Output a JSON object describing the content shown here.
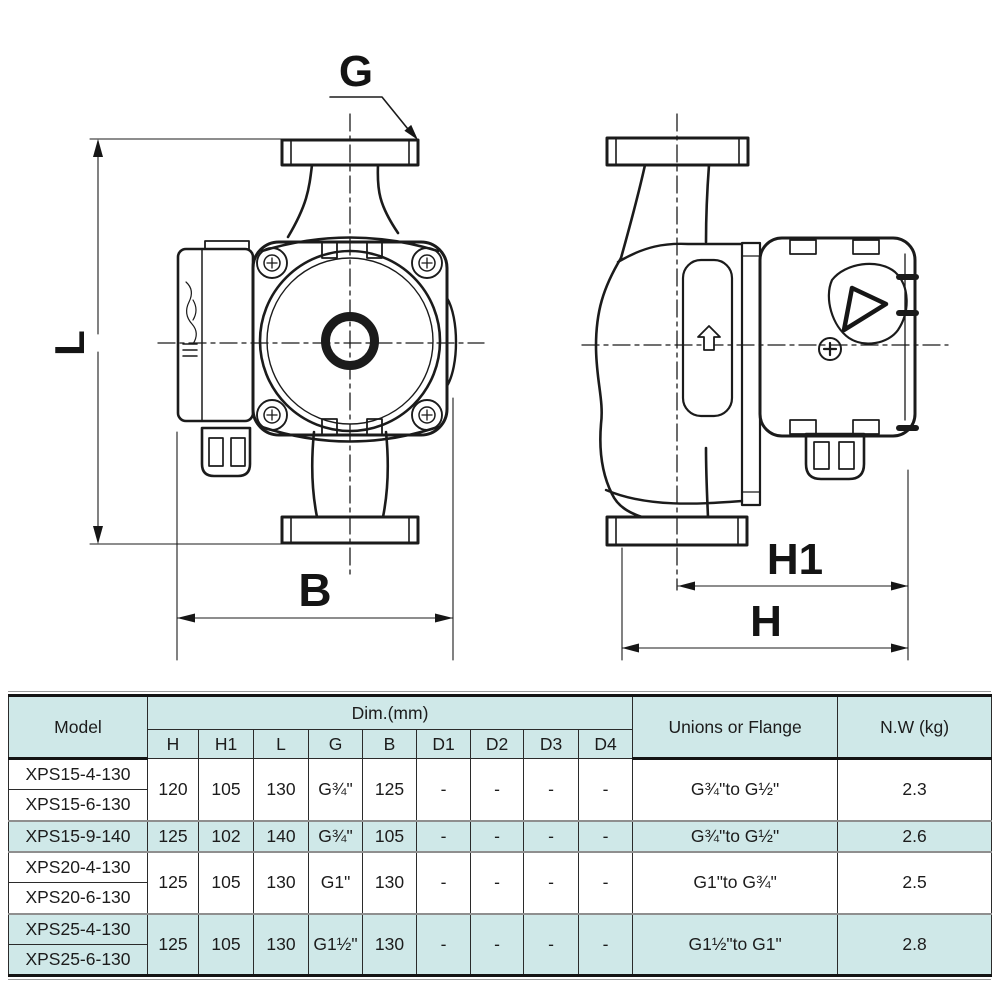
{
  "drawing": {
    "dimension_labels": {
      "g": "G",
      "l": "L",
      "b": "B",
      "h1": "H1",
      "h": "H"
    }
  },
  "table": {
    "header": {
      "model": "Model",
      "dim_group": "Dim.(mm)",
      "dims": [
        "H",
        "H1",
        "L",
        "G",
        "B",
        "D1",
        "D2",
        "D3",
        "D4"
      ],
      "unions": "Unions or Flange",
      "net_weight": "N.W (kg)"
    },
    "models": [
      "XPS15-4-130",
      "XPS15-6-130",
      "XPS15-9-140",
      "XPS20-4-130",
      "XPS20-6-130",
      "XPS25-4-130",
      "XPS25-6-130"
    ],
    "groups": [
      {
        "h": "120",
        "h1": "105",
        "l": "130",
        "g": "G¾\"",
        "b": "125",
        "d1": "-",
        "d2": "-",
        "d3": "-",
        "d4": "-",
        "unions": "G¾\"to G½\"",
        "nw": "2.3"
      },
      {
        "h": "125",
        "h1": "102",
        "l": "140",
        "g": "G¾\"",
        "b": "105",
        "d1": "-",
        "d2": "-",
        "d3": "-",
        "d4": "-",
        "unions": "G¾\"to G½\"",
        "nw": "2.6"
      },
      {
        "h": "125",
        "h1": "105",
        "l": "130",
        "g": "G1\"",
        "b": "130",
        "d1": "-",
        "d2": "-",
        "d3": "-",
        "d4": "-",
        "unions": "G1\"to G¾\"",
        "nw": "2.5"
      },
      {
        "h": "125",
        "h1": "105",
        "l": "130",
        "g": "G1½\"",
        "b": "130",
        "d1": "-",
        "d2": "-",
        "d3": "-",
        "d4": "-",
        "unions": "G1½\"to G1\"",
        "nw": "2.8"
      }
    ]
  },
  "colors": {
    "accent_teal": "#cfe8e8",
    "line": "#1b1b1b"
  }
}
